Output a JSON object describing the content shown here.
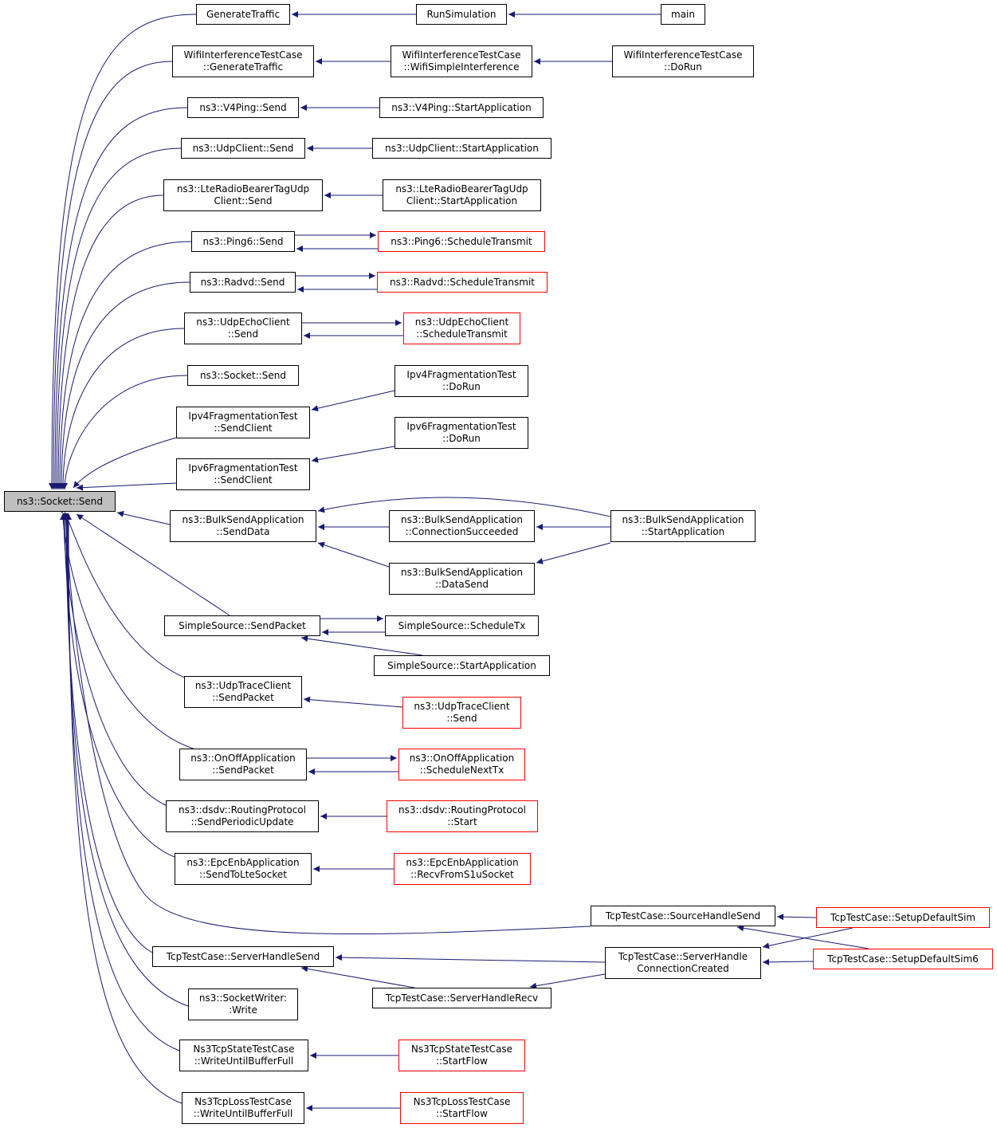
{
  "colors": {
    "edge": "#191970",
    "node_border": "#000000",
    "truncated_border": "#ff0000",
    "root_fill": "#bfbfbf"
  },
  "nodes": {
    "root": {
      "lines": [
        "ns3::Socket::Send"
      ]
    },
    "generate_traffic": {
      "lines": [
        "GenerateTraffic"
      ]
    },
    "run_simulation": {
      "lines": [
        "RunSimulation"
      ]
    },
    "main": {
      "lines": [
        "main"
      ]
    },
    "wifi_gen": {
      "lines": [
        "WifiInterferenceTestCase",
        "::GenerateTraffic"
      ]
    },
    "wifi_simple": {
      "lines": [
        "WifiInterferenceTestCase",
        "::WifiSimpleInterference"
      ]
    },
    "wifi_dorun": {
      "lines": [
        "WifiInterferenceTestCase",
        "::DoRun"
      ]
    },
    "v4ping_send": {
      "lines": [
        "ns3::V4Ping::Send"
      ]
    },
    "v4ping_start": {
      "lines": [
        "ns3::V4Ping::StartApplication"
      ]
    },
    "udpclient_send": {
      "lines": [
        "ns3::UdpClient::Send"
      ]
    },
    "udpclient_start": {
      "lines": [
        "ns3::UdpClient::StartApplication"
      ]
    },
    "lte_send": {
      "lines": [
        "ns3::LteRadioBearerTagUdp",
        "Client::Send"
      ]
    },
    "lte_start": {
      "lines": [
        "ns3::LteRadioBearerTagUdp",
        "Client::StartApplication"
      ]
    },
    "ping6_send": {
      "lines": [
        "ns3::Ping6::Send"
      ]
    },
    "ping6_sched": {
      "lines": [
        "ns3::Ping6::ScheduleTransmit"
      ]
    },
    "radvd_send": {
      "lines": [
        "ns3::Radvd::Send"
      ]
    },
    "radvd_sched": {
      "lines": [
        "ns3::Radvd::ScheduleTransmit"
      ]
    },
    "udpecho_send": {
      "lines": [
        "ns3::UdpEchoClient",
        "::Send"
      ]
    },
    "udpecho_sched": {
      "lines": [
        "ns3::UdpEchoClient",
        "::ScheduleTransmit"
      ]
    },
    "socket_send": {
      "lines": [
        "ns3::Socket::Send"
      ]
    },
    "ipv4_dorun": {
      "lines": [
        "Ipv4FragmentationTest",
        "::DoRun"
      ]
    },
    "ipv4_sendclient": {
      "lines": [
        "Ipv4FragmentationTest",
        "::SendClient"
      ]
    },
    "ipv6_dorun": {
      "lines": [
        "Ipv6FragmentationTest",
        "::DoRun"
      ]
    },
    "ipv6_sendclient": {
      "lines": [
        "Ipv6FragmentationTest",
        "::SendClient"
      ]
    },
    "bulk_senddata": {
      "lines": [
        "ns3::BulkSendApplication",
        "::SendData"
      ]
    },
    "bulk_connsucc": {
      "lines": [
        "ns3::BulkSendApplication",
        "::ConnectionSucceeded"
      ]
    },
    "bulk_start": {
      "lines": [
        "ns3::BulkSendApplication",
        "::StartApplication"
      ]
    },
    "bulk_datasend": {
      "lines": [
        "ns3::BulkSendApplication",
        "::DataSend"
      ]
    },
    "simple_sendpacket": {
      "lines": [
        "SimpleSource::SendPacket"
      ]
    },
    "simple_schedtx": {
      "lines": [
        "SimpleSource::ScheduleTx"
      ]
    },
    "simple_start": {
      "lines": [
        "SimpleSource::StartApplication"
      ]
    },
    "udptrace_sendpacket": {
      "lines": [
        "ns3::UdpTraceClient",
        "::SendPacket"
      ]
    },
    "udptrace_send": {
      "lines": [
        "ns3::UdpTraceClient",
        "::Send"
      ]
    },
    "onoff_sendpacket": {
      "lines": [
        "ns3::OnOffApplication",
        "::SendPacket"
      ]
    },
    "onoff_schednext": {
      "lines": [
        "ns3::OnOffApplication",
        "::ScheduleNextTx"
      ]
    },
    "dsdv_sendperiodic": {
      "lines": [
        "ns3::dsdv::RoutingProtocol",
        "::SendPeriodicUpdate"
      ]
    },
    "dsdv_start": {
      "lines": [
        "ns3::dsdv::RoutingProtocol",
        "::Start"
      ]
    },
    "epc_sendto": {
      "lines": [
        "ns3::EpcEnbApplication",
        "::SendToLteSocket"
      ]
    },
    "epc_recv": {
      "lines": [
        "ns3::EpcEnbApplication",
        "::RecvFromS1uSocket"
      ]
    },
    "tcp_sourcehandle": {
      "lines": [
        "TcpTestCase::SourceHandleSend"
      ]
    },
    "tcp_setup": {
      "lines": [
        "TcpTestCase::SetupDefaultSim"
      ]
    },
    "tcp_serverhandlesend": {
      "lines": [
        "TcpTestCase::ServerHandleSend"
      ]
    },
    "tcp_serverconn": {
      "lines": [
        "TcpTestCase::ServerHandle",
        "ConnectionCreated"
      ]
    },
    "tcp_setup6": {
      "lines": [
        "TcpTestCase::SetupDefaultSim6"
      ]
    },
    "tcp_serverrecv": {
      "lines": [
        "TcpTestCase::ServerHandleRecv"
      ]
    },
    "socketwriter": {
      "lines": [
        "ns3::SocketWriter:",
        ":Write"
      ]
    },
    "ns3tcpstate_write": {
      "lines": [
        "Ns3TcpStateTestCase",
        "::WriteUntilBufferFull"
      ]
    },
    "ns3tcpstate_start": {
      "lines": [
        "Ns3TcpStateTestCase",
        "::StartFlow"
      ]
    },
    "ns3tcploss_write": {
      "lines": [
        "Ns3TcpLossTestCase",
        "::WriteUntilBufferFull"
      ]
    },
    "ns3tcploss_start": {
      "lines": [
        "Ns3TcpLossTestCase",
        "::StartFlow"
      ]
    }
  }
}
